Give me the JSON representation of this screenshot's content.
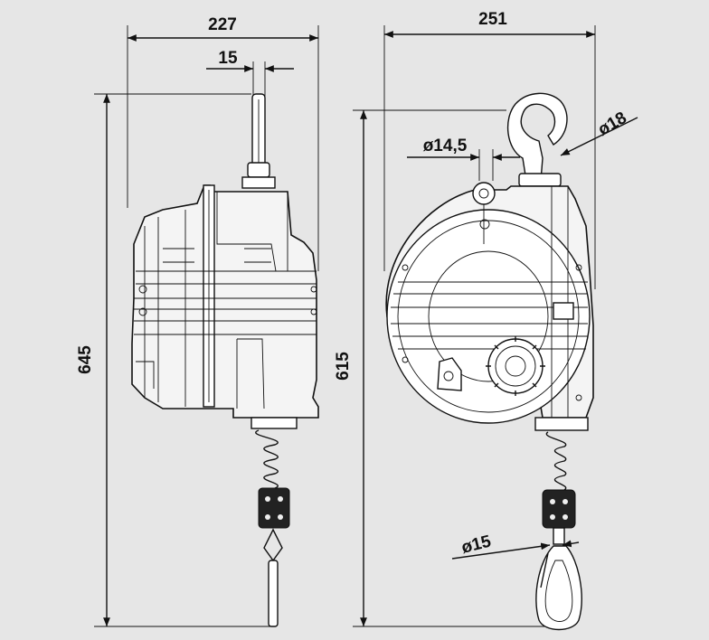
{
  "drawing": {
    "background": "#e6e6e6",
    "side_view": {
      "width_label": "227",
      "hook_offset_label": "15",
      "height_label": "645"
    },
    "front_view": {
      "width_label": "251",
      "hook_eye_label": "ø18",
      "hook_shank_label": "ø14,5",
      "carabiner_label": "ø15",
      "height_label": "615"
    }
  }
}
